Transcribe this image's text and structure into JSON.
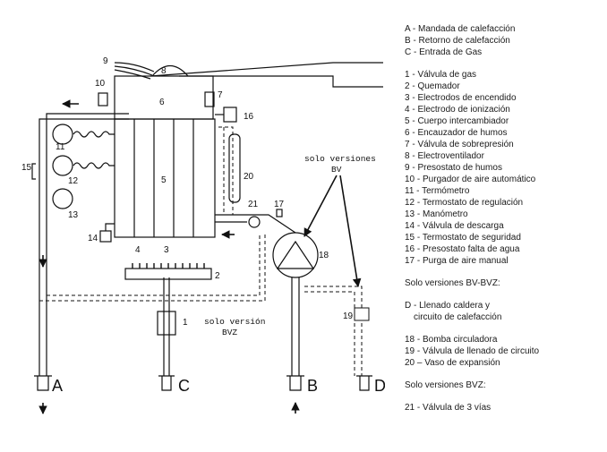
{
  "legend_letters": [
    "A - Mandada de calefacción",
    "B - Retorno de calefacción",
    "C - Entrada de Gas"
  ],
  "legend_numbers": [
    "1 - Válvula de gas",
    "2 - Quemador",
    "3 - Electrodos de encendido",
    "4 - Electrodo de ionización",
    "5 - Cuerpo intercambiador",
    "6 - Encauzador de humos",
    "7 - Válvula de sobrepresión",
    "8 - Electroventilador",
    "9 - Presostato de humos",
    "10 - Purgador de aire automático",
    "11 - Termómetro",
    "12 - Termostato de regulación",
    "13 - Manómetro",
    "14 - Válvula de descarga",
    "15 - Termostato de seguridad",
    "16 - Presostato falta de agua",
    "17 - Purga de aire manual"
  ],
  "bv_bvz": {
    "heading": "Solo versiones BV-BVZ:",
    "d_line1": "D - Llenado caldera y",
    "d_line2": "circuito de calefacción",
    "items": [
      "18 - Bomba circuladora",
      "19 - Válvula de llenado de circuito",
      "20 – Vaso de expansión"
    ]
  },
  "bvz": {
    "heading": "Solo versiones BVZ:",
    "items": [
      "21 - Válvula de 3 vías"
    ]
  },
  "diagram": {
    "letters": {
      "A": "A",
      "B": "B",
      "C": "C",
      "D": "D"
    },
    "numbers": {
      "n1": "1",
      "n2": "2",
      "n3": "3",
      "n4": "4",
      "n5": "5",
      "n6": "6",
      "n7": "7",
      "n8": "8",
      "n9": "9",
      "n10": "10",
      "n11": "11",
      "n12": "12",
      "n13": "13",
      "n14": "14",
      "n15": "15",
      "n16": "16",
      "n17": "17",
      "n18": "18",
      "n19": "19",
      "n20": "20",
      "n21": "21"
    },
    "note_bv_1": "solo versiones",
    "note_bv_2": "BV",
    "note_bvz_1": "solo versión",
    "note_bvz_2": "BVZ"
  }
}
